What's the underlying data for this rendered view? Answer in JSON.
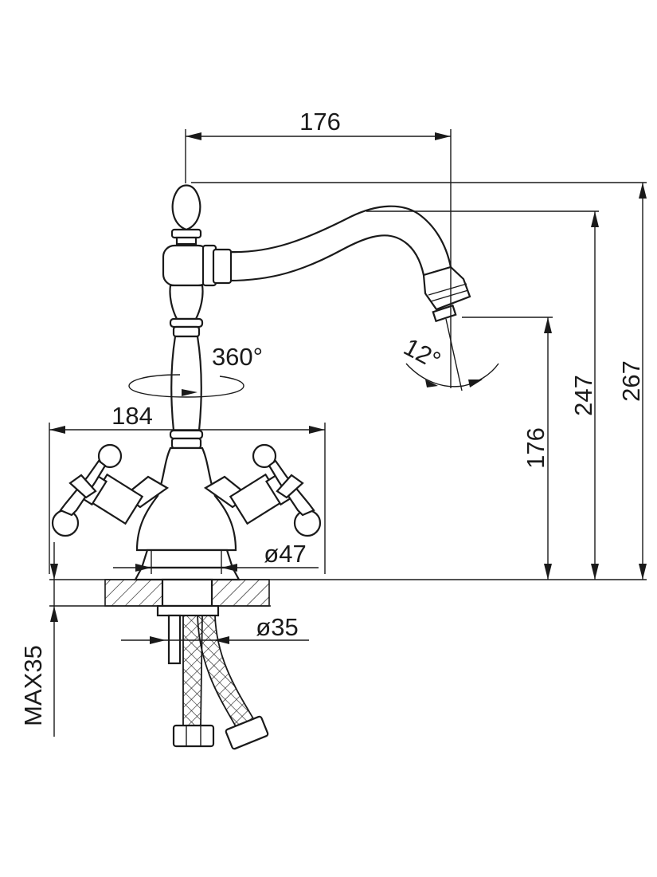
{
  "dimensions": {
    "spout_reach": "176",
    "handle_span": "184",
    "rotation": "360°",
    "spout_angle": "12°",
    "height_total": "267",
    "height_spout_top": "247",
    "height_outlet": "176",
    "base_diameter": "ø47",
    "hole_diameter": "ø35",
    "max_counter_thickness": "MAX35"
  },
  "colors": {
    "line": "#1a1a1a",
    "background": "#ffffff"
  }
}
